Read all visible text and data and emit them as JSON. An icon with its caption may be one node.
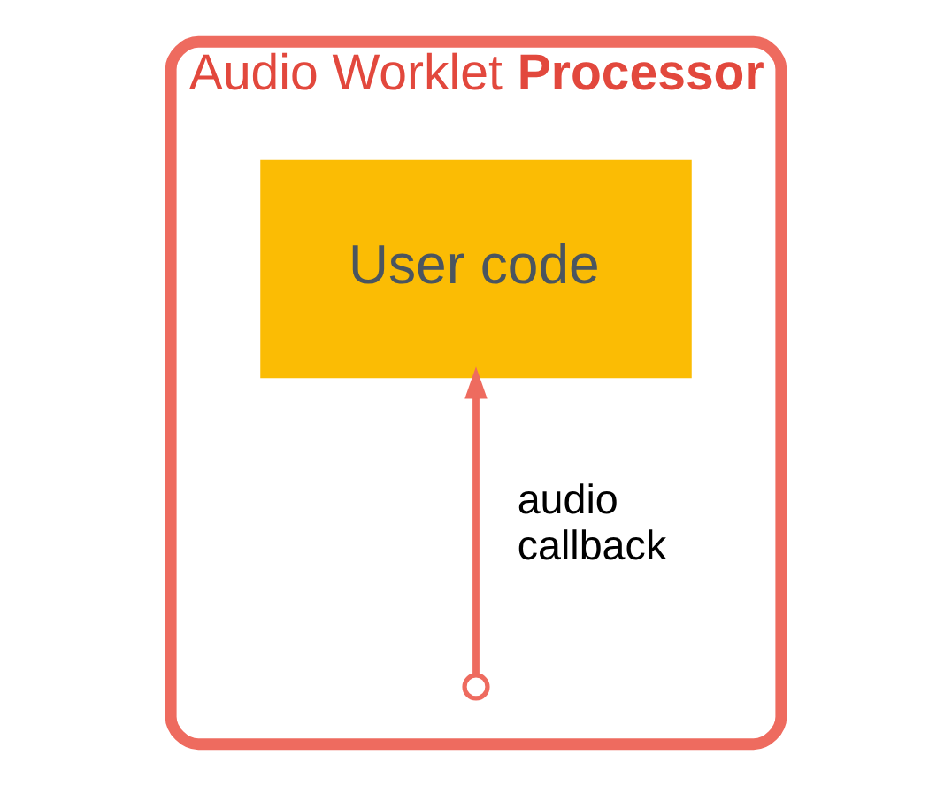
{
  "diagram": {
    "nodes": [
      {
        "text": [
          "Audio Worklet **Processor**"
        ]
      },
      {
        "text": [
          "User code"
        ],
        "in": 0
      },
      {
        "text": [],
        "shape": "circle",
        "in": 0
      }
    ],
    "edges": [
      {
        "from": 2,
        "to": 1,
        "arrow": "to",
        "label": "audio callback"
      }
    ]
  }
}
